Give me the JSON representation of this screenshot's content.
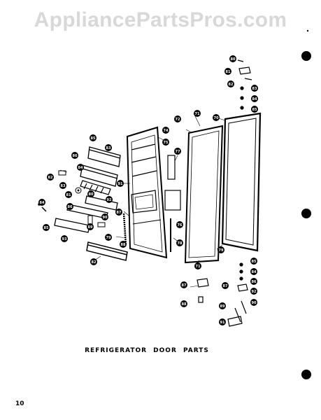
{
  "watermark": "AppliancePartsPros.com",
  "caption": "REFRIGERATOR DOOR PARTS",
  "page_number": "10",
  "part_numbers": {
    "top_right_cluster": [
      "80",
      "81",
      "82",
      "83",
      "84",
      "85"
    ],
    "gasket_column": [
      "72",
      "71",
      "70",
      "74",
      "75",
      "76",
      "77",
      "78",
      "79"
    ],
    "door_shelves": [
      "85",
      "86",
      "84",
      "83",
      "82",
      "81",
      "80",
      "87",
      "88",
      "89",
      "90",
      "91",
      "92",
      "93",
      "94",
      "95"
    ],
    "hinge_cluster": [
      "85",
      "84",
      "86",
      "87",
      "88",
      "89",
      "90",
      "91",
      "92"
    ]
  }
}
